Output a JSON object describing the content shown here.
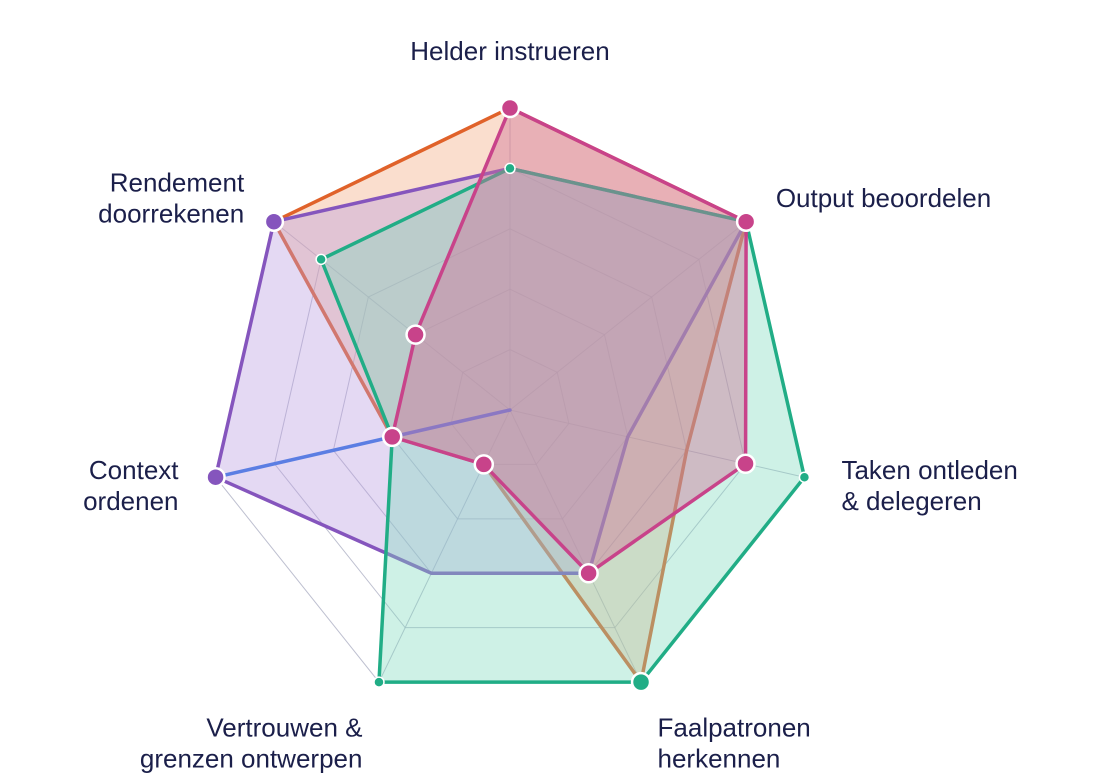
{
  "chart_data": {
    "type": "radar",
    "axes": [
      [
        "Helder instrueren"
      ],
      [
        "Output beoordelen"
      ],
      [
        "Taken ontleden",
        "& delegeren"
      ],
      [
        "Faalpatronen",
        "herkennen"
      ],
      [
        "Vertrouwen &",
        "grenzen ontwerpen"
      ],
      [
        "Context",
        "ordenen"
      ],
      [
        "Rendement",
        "doorrekenen"
      ]
    ],
    "range": [
      0,
      5
    ],
    "grid_levels": 5,
    "series": [
      {
        "color": "#e0622a",
        "fill": "#f3a77f",
        "fill_opacity": 0.38,
        "values": [
          5,
          5,
          3,
          5,
          1,
          2,
          5
        ],
        "point_size": 0
      },
      {
        "color": "#8555bd",
        "fill": "#b99be0",
        "fill_opacity": 0.38,
        "values": [
          4,
          5,
          2,
          3,
          3,
          5,
          5
        ],
        "point_size": 0
      },
      {
        "color": "#21ad86",
        "fill": "#7fdbbd",
        "fill_opacity": 0.38,
        "values": [
          4,
          5,
          5,
          5,
          5,
          2,
          4
        ],
        "point_size": 0
      },
      {
        "color": "#5b7ee3",
        "fill": "#8aa3ee",
        "fill_opacity": 0.3,
        "values": [
          0,
          0,
          0,
          0,
          0,
          5,
          0
        ],
        "point_size": 0
      },
      {
        "color": "#c8438a",
        "fill": "#d06f95",
        "fill_opacity": 0.42,
        "values": [
          5,
          5,
          4,
          3,
          1,
          2,
          2
        ],
        "point_size": 0
      }
    ],
    "markers": [
      {
        "series": 0,
        "values": [
          null,
          null,
          null,
          5,
          null,
          null,
          null
        ],
        "fill": "#21ad86",
        "border": "#ffffff",
        "r": 9
      },
      {
        "series": 1,
        "values": [
          null,
          null,
          null,
          null,
          null,
          5,
          5
        ],
        "fill": "#8555bd",
        "border": "#ffffff",
        "r": 9
      },
      {
        "series": 2,
        "values": [
          4,
          null,
          5,
          null,
          5,
          2,
          4
        ],
        "fill": "#21ad86",
        "border": "#ffffff",
        "r": 5
      },
      {
        "series": 4,
        "values": [
          5,
          5,
          4,
          3,
          1,
          2,
          2
        ],
        "fill": "#c8438a",
        "border": "#ffffff",
        "r": 9
      }
    ]
  }
}
